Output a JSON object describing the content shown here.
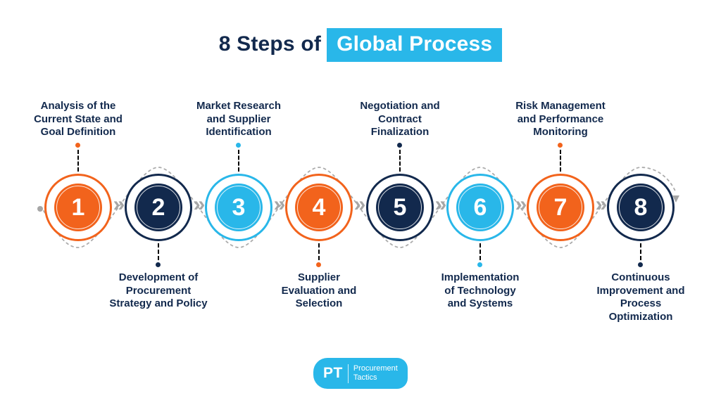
{
  "title": {
    "prefix": "8 Steps of",
    "highlight": "Global Process"
  },
  "colors": {
    "orange": "#F2631C",
    "navy": "#12294D",
    "cyan": "#29B7E9",
    "wave_gray": "#A6A6A6",
    "highlight_bg": "#29B7E9",
    "text": "#12294D"
  },
  "icons": {
    "chevron": "»"
  },
  "steps": [
    {
      "number": "1",
      "label": "Analysis of the\nCurrent State and\nGoal Definition",
      "color": "orange",
      "label_position": "top"
    },
    {
      "number": "2",
      "label": "Development of\nProcurement\nStrategy and Policy",
      "color": "navy",
      "label_position": "bottom"
    },
    {
      "number": "3",
      "label": "Market Research\nand Supplier\nIdentification",
      "color": "cyan",
      "label_position": "top"
    },
    {
      "number": "4",
      "label": "Supplier\nEvaluation and\nSelection",
      "color": "orange",
      "label_position": "bottom"
    },
    {
      "number": "5",
      "label": "Negotiation and\nContract\nFinalization",
      "color": "navy",
      "label_position": "top"
    },
    {
      "number": "6",
      "label": "Implementation\nof Technology\nand Systems",
      "color": "cyan",
      "label_position": "bottom"
    },
    {
      "number": "7",
      "label": "Risk Management\nand Performance\nMonitoring",
      "color": "orange",
      "label_position": "top"
    },
    {
      "number": "8",
      "label": "Continuous\nImprovement and\nProcess\nOptimization",
      "color": "navy",
      "label_position": "bottom"
    }
  ],
  "logo": {
    "initials": "PT",
    "name": "Procurement\nTactics"
  }
}
